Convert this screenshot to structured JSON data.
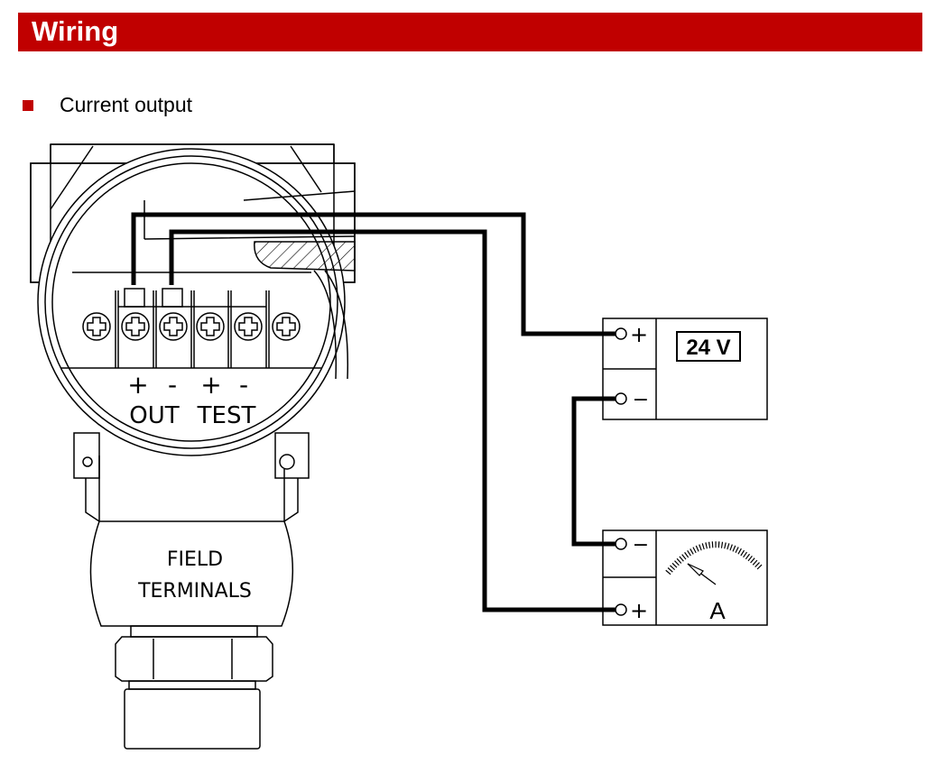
{
  "header": {
    "title": "Wiring",
    "color": "#c00000"
  },
  "section": {
    "bullet_label": "Current output"
  },
  "diagram": {
    "transmitter": {
      "terminal_signs": [
        "+",
        "-",
        "+",
        "-"
      ],
      "terminal_groups": [
        "OUT",
        "TEST"
      ],
      "housing_label_line1": "FIELD",
      "housing_label_line2": "TERMINALS"
    },
    "power_supply": {
      "label": "24 V",
      "plus": "+",
      "minus": "−"
    },
    "ammeter": {
      "label": "A",
      "plus": "+",
      "minus": "−"
    }
  }
}
